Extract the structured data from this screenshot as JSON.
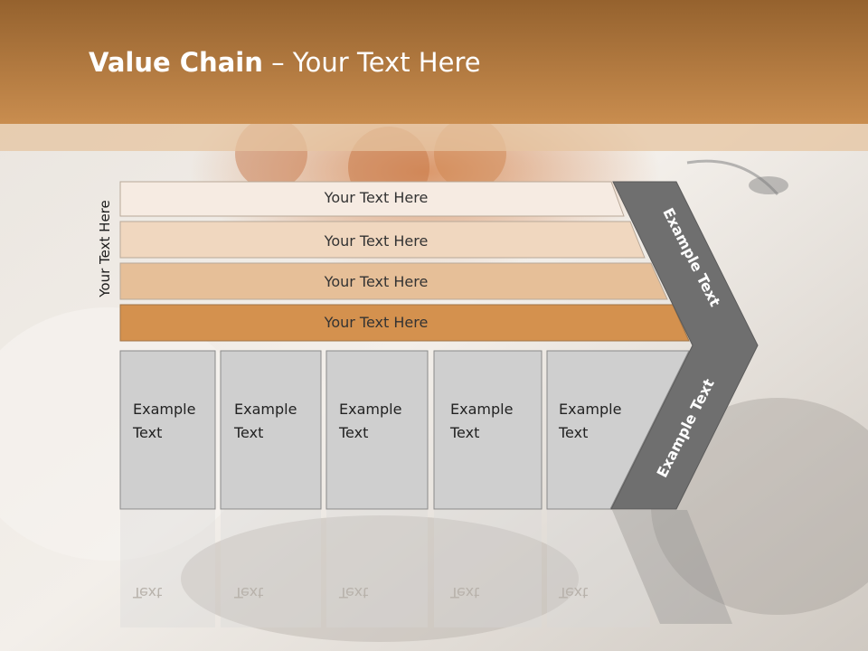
{
  "title": {
    "bold": "Value Chain",
    "rest": " – Your Text Here"
  },
  "side_label": "Your Text Here",
  "bands": [
    {
      "label": "Your Text Here",
      "color": "#f6ebe2"
    },
    {
      "label": "Your Text Here",
      "color": "#f0d7bf"
    },
    {
      "label": "Your Text Here",
      "color": "#e6bf98"
    },
    {
      "label": "Your Text Here",
      "color": "#d4914e"
    }
  ],
  "boxes": [
    {
      "line1": "Example",
      "line2": "Text"
    },
    {
      "line1": "Example",
      "line2": "Text"
    },
    {
      "line1": "Example",
      "line2": "Text"
    },
    {
      "line1": "Example",
      "line2": "Text"
    },
    {
      "line1": "Example",
      "line2": "Text"
    }
  ],
  "chevron": {
    "upper_label": "Example Text",
    "lower_label": "Example Text",
    "color": "#6f6f6f"
  },
  "colors": {
    "header": "#b57a3e",
    "box_fill": "#cfcfcf",
    "box_border": "#8a8a8a"
  }
}
